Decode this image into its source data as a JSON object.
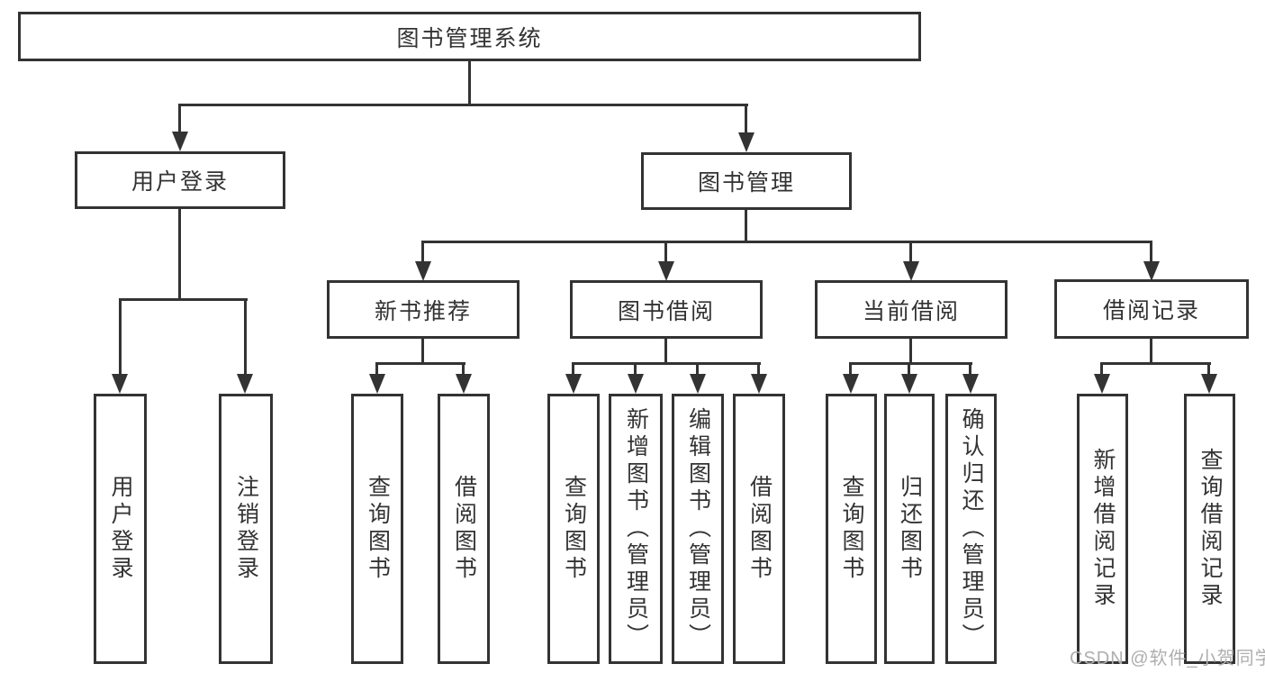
{
  "tree": {
    "root": {
      "label": "图书管理系统"
    },
    "branches": [
      {
        "label": "用户登录",
        "children": [
          {
            "label": "用户登录"
          },
          {
            "label": "注销登录"
          }
        ]
      },
      {
        "label": "图书管理",
        "children": [
          {
            "label": "新书推荐",
            "children": [
              {
                "label": "查询图书"
              },
              {
                "label": "借阅图书"
              }
            ]
          },
          {
            "label": "图书借阅",
            "children": [
              {
                "label": "查询图书"
              },
              {
                "label": "新增图书（管理员）"
              },
              {
                "label": "编辑图书（管理员）"
              },
              {
                "label": "借阅图书"
              }
            ]
          },
          {
            "label": "当前借阅",
            "children": [
              {
                "label": "查询图书"
              },
              {
                "label": "归还图书"
              },
              {
                "label": "确认归还（管理员）"
              }
            ]
          },
          {
            "label": "借阅记录",
            "children": [
              {
                "label": "新增借阅记录"
              },
              {
                "label": "查询借阅记录"
              }
            ]
          }
        ]
      }
    ]
  },
  "watermark": {
    "text": "CSDN @软件_小贺同学"
  },
  "colors": {
    "line": "#333333",
    "text": "#333333",
    "watermark": "#aeaeae",
    "background": "#ffffff"
  }
}
